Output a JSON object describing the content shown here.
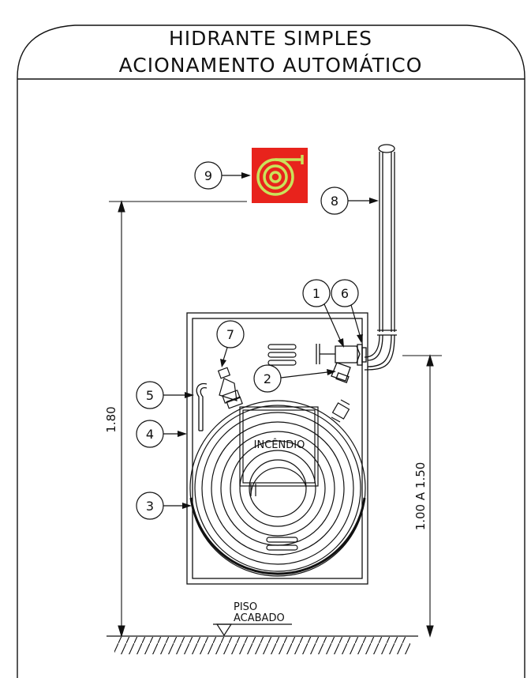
{
  "title": {
    "line1": "HIDRANTE SIMPLES",
    "line2": "ACIONAMENTO AUTOMÁTICO"
  },
  "cabinet_label": "INCÊNDIO",
  "dimensions": {
    "total_height": "1.80",
    "valve_height": "1.00  A  1.50"
  },
  "floor_label": {
    "line1": "PISO",
    "line2": "ACABADO"
  },
  "callouts": [
    "1",
    "2",
    "3",
    "4",
    "5",
    "6",
    "7",
    "8",
    "9"
  ],
  "colors": {
    "sign_background": "#e8231c",
    "sign_symbol": "#c9e35a",
    "line": "#111111"
  },
  "icons": {
    "sign": "fire-hose-sign-icon",
    "floor_marker": "floor-level-triangle-icon"
  }
}
